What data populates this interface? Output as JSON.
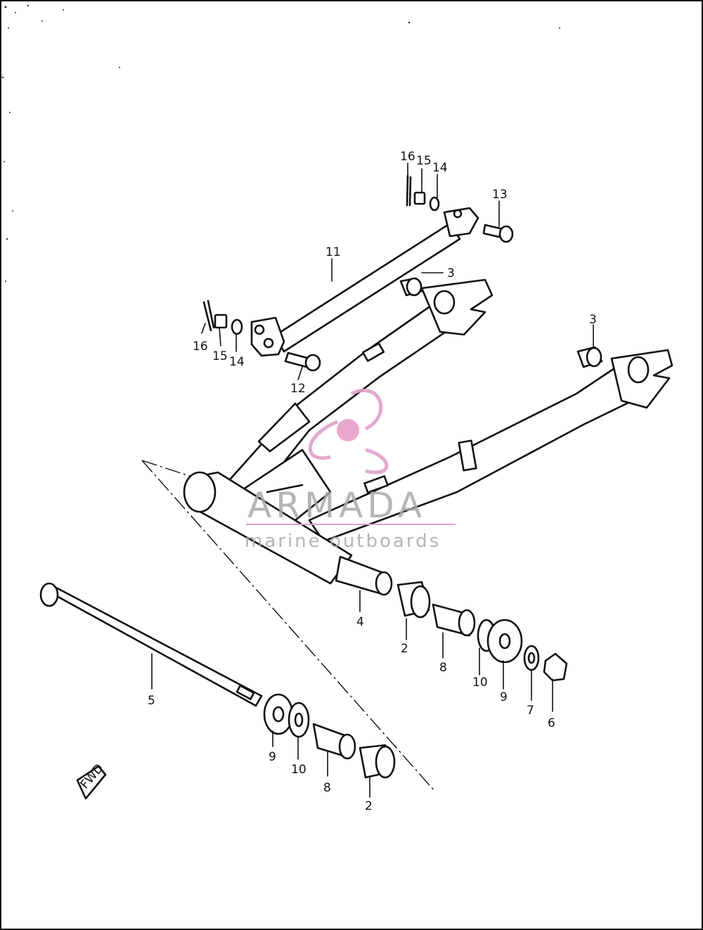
{
  "diagram": {
    "callouts": [
      {
        "id": "c16a",
        "text": "16"
      },
      {
        "id": "c15a",
        "text": "15"
      },
      {
        "id": "c14a",
        "text": "14"
      },
      {
        "id": "c13",
        "text": "13"
      },
      {
        "id": "c11",
        "text": "11"
      },
      {
        "id": "c3a",
        "text": "3"
      },
      {
        "id": "c3b",
        "text": "3"
      },
      {
        "id": "c16b",
        "text": "16"
      },
      {
        "id": "c15b",
        "text": "15"
      },
      {
        "id": "c14b",
        "text": "14"
      },
      {
        "id": "c12",
        "text": "12"
      },
      {
        "id": "c4",
        "text": "4"
      },
      {
        "id": "c2a",
        "text": "2"
      },
      {
        "id": "c8a",
        "text": "8"
      },
      {
        "id": "c10a",
        "text": "10"
      },
      {
        "id": "c9a",
        "text": "9"
      },
      {
        "id": "c7",
        "text": "7"
      },
      {
        "id": "c6",
        "text": "6"
      },
      {
        "id": "c5",
        "text": "5"
      },
      {
        "id": "c9b",
        "text": "9"
      },
      {
        "id": "c10b",
        "text": "10"
      },
      {
        "id": "c8b",
        "text": "8"
      },
      {
        "id": "c2b",
        "text": "2"
      }
    ]
  },
  "watermark": {
    "brand": "ARMADA",
    "tagline": "marine outboards",
    "logo_color": "#e0a0c8",
    "text_color": "#a9a9a9"
  },
  "stamp_text": "FWD"
}
